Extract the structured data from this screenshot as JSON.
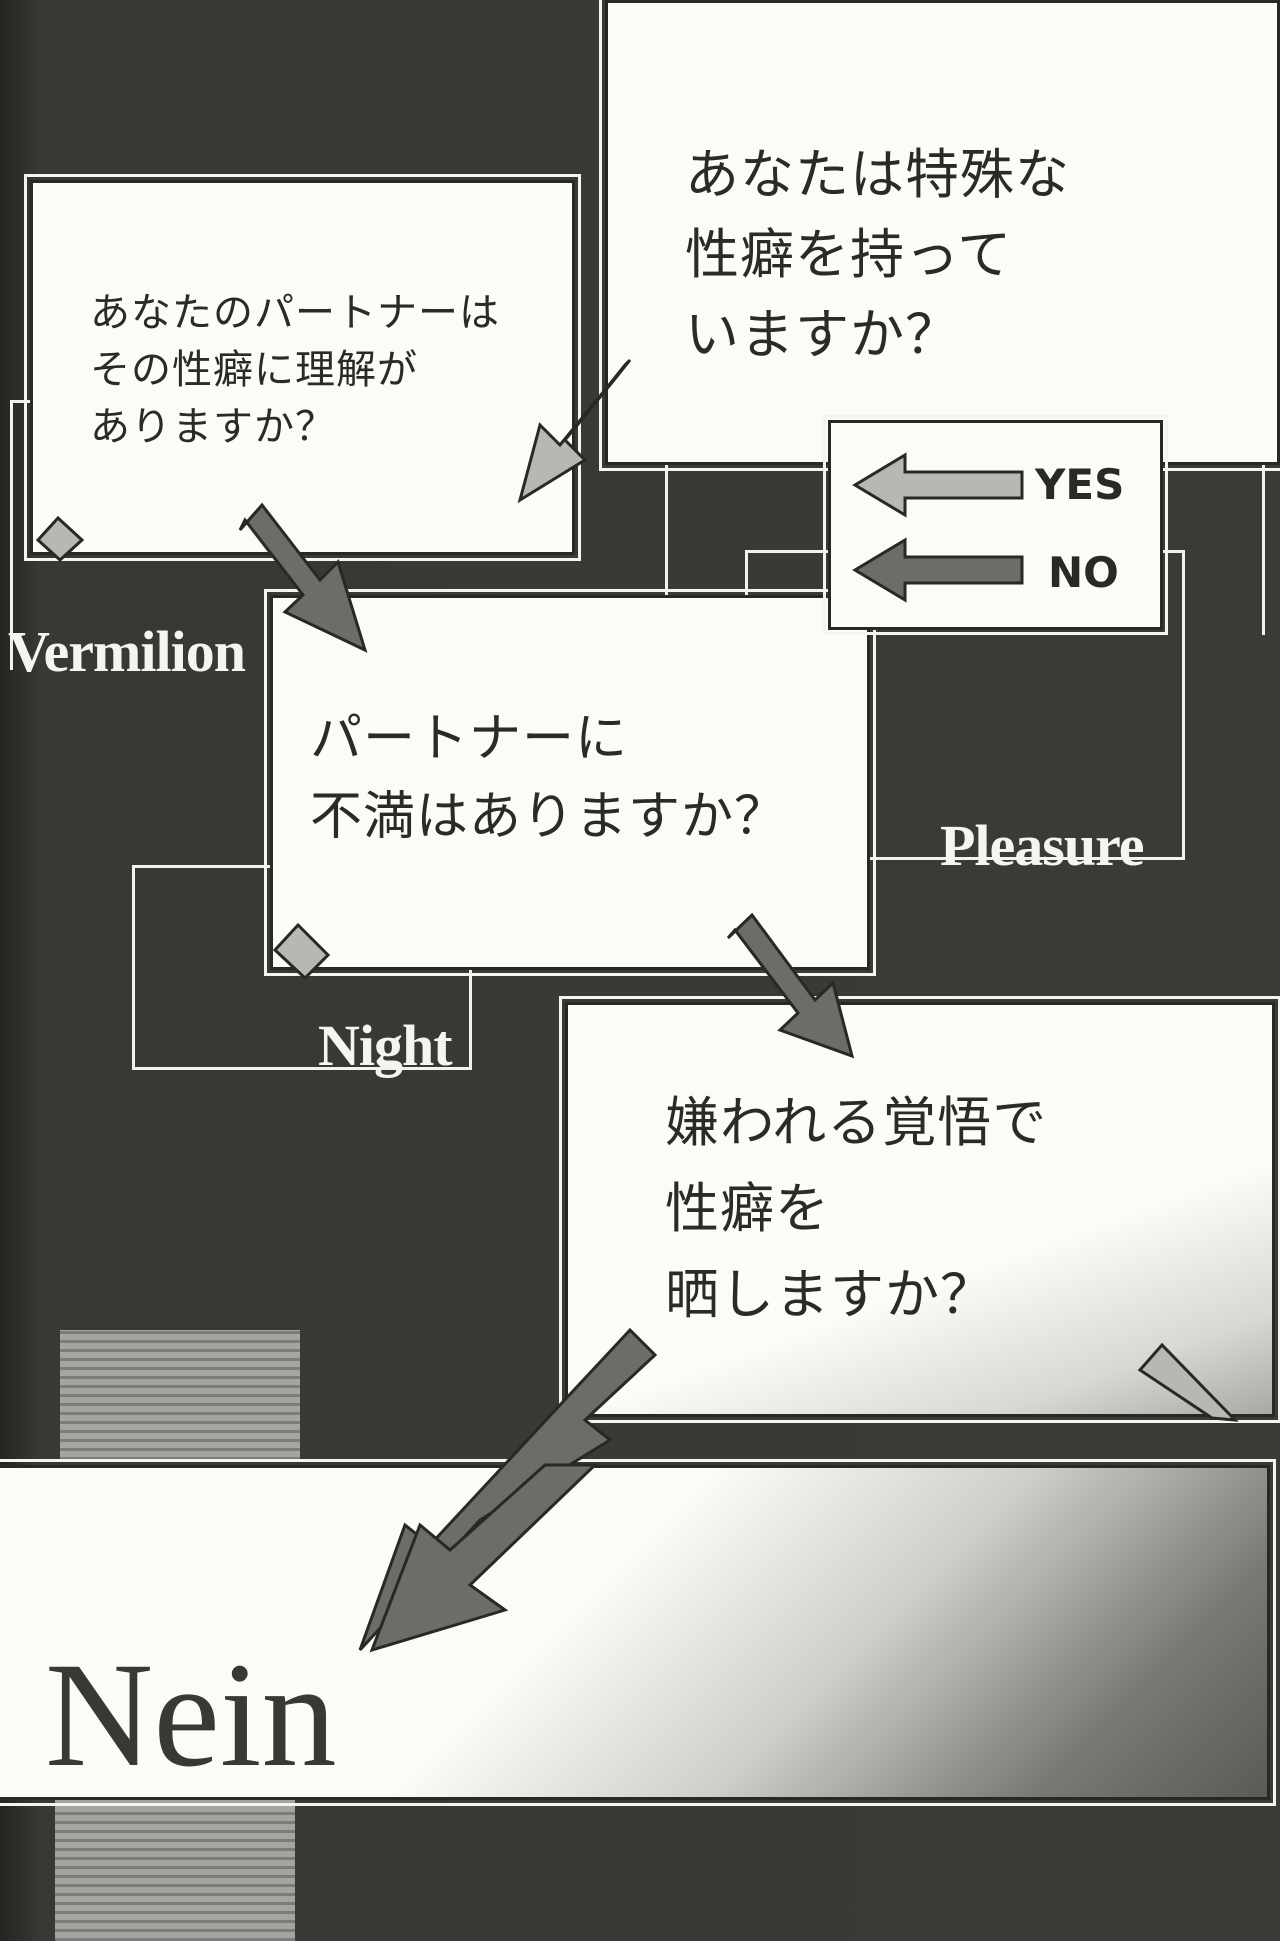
{
  "questions": {
    "q1": "あなたは特殊な\n性癖を持って\nいますか？",
    "q2": "あなたのパートナーは\nその性癖に理解が\nありますか？",
    "q3": "パートナーに\n不満はありますか？",
    "q4": "嫌われる覚悟で\n性癖を\n晒しますか？"
  },
  "legend": {
    "yes": "YES",
    "no": "NO",
    "yes_color": "#b8b8b2",
    "no_color": "#6e6c68"
  },
  "outcomes": {
    "vermilion": "Vermilion",
    "pleasure": "Pleasure",
    "night": "Night",
    "nein": "Nein"
  }
}
